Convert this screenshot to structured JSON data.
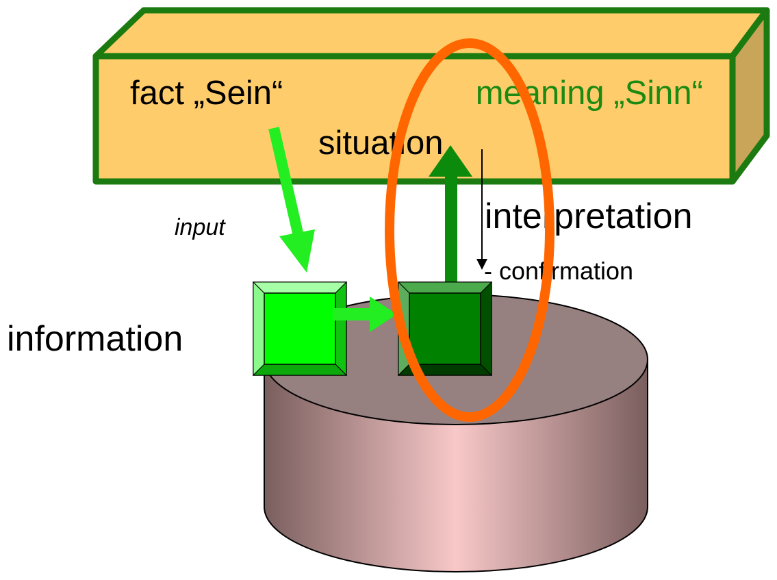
{
  "labels": {
    "fact": "fact „Sein“",
    "meaning": "meaning „Sinn“",
    "situation": "situation",
    "input": "input",
    "interpretation": "interpretation",
    "confirmation": "- confirmation",
    "information": "information"
  },
  "colors": {
    "box_fill": "#FECC6A",
    "box_side": "#C9A55A",
    "box_border": "#1B7A10",
    "meaning_text": "#1B8A12",
    "text": "#000000",
    "bright_green": "#22EE22",
    "dark_green": "#0C8A0C",
    "cylinder_top": "#968080",
    "cylinder_side_light": "#F8C8C8",
    "cylinder_side_dark": "#7A5E5E",
    "ellipse_highlight": "#FF6600"
  }
}
